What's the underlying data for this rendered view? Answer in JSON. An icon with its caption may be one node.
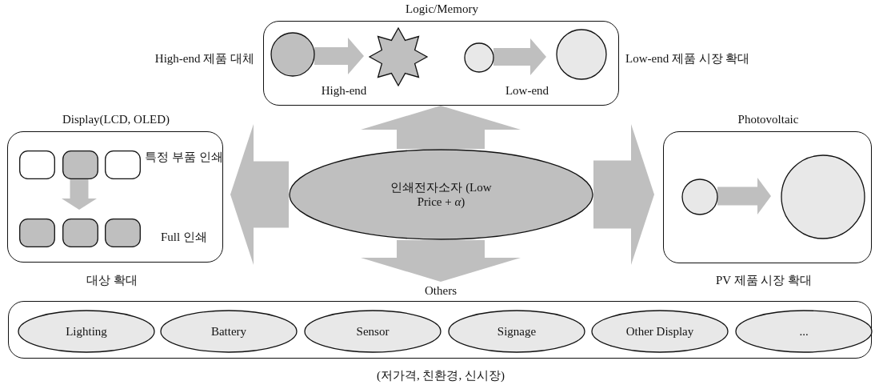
{
  "diagram": {
    "nodes": [
      {
        "text": [
          "Logic/Memory"
        ],
        "beside": [
          "High-end 제품 대체",
          "Low-end 제품 시장 확대"
        ]
      },
      {
        "text": [],
        "shape": "circle",
        "in": 0
      },
      {
        "text": [],
        "shape": "star",
        "in": 0
      },
      {
        "text": [],
        "shape": "circle",
        "in": 0
      },
      {
        "text": [],
        "shape": "circle",
        "in": 0
      },
      {
        "text": [
          "Display(LCD, OLED)",
          "특정 부품 인쇄",
          "Full 인쇄"
        ],
        "beside": [
          "대상 확대"
        ]
      },
      {
        "text": [],
        "shape": "box",
        "in": 5
      },
      {
        "text": [],
        "shape": "box",
        "in": 5
      },
      {
        "text": [],
        "shape": "box",
        "in": 5
      },
      {
        "text": [],
        "shape": "box",
        "in": 5
      },
      {
        "text": [],
        "shape": "box",
        "in": 5
      },
      {
        "text": [],
        "shape": "box",
        "in": 5
      },
      {
        "text": [
          "인쇄전자소자 (Low Price + *α*)"
        ]
      },
      {
        "text": [
          "Photovoltaic"
        ],
        "beside": [
          "PV 제품 시장 확대"
        ]
      },
      {
        "text": [],
        "shape": "circle",
        "in": 13
      },
      {
        "text": [],
        "shape": "circle",
        "in": 13
      },
      {
        "text": [
          "Others"
        ],
        "beside": [
          "(저가격, 친환경, 신시장)"
        ]
      },
      {
        "text": [
          "Lighting"
        ],
        "in": 16
      },
      {
        "text": [
          "Battery"
        ],
        "in": 16
      },
      {
        "text": [
          "Sensor"
        ],
        "in": 16
      },
      {
        "text": [
          "Signage"
        ],
        "in": 16
      },
      {
        "text": [
          "Other Display"
        ],
        "in": 16
      },
      {
        "text": [
          "..."
        ],
        "in": 16
      }
    ],
    "edges": [
      {
        "from": 12,
        "to": 0,
        "arrow": "to",
        "style": "thick"
      },
      {
        "from": 12,
        "to": 5,
        "arrow": "to",
        "style": "thick"
      },
      {
        "from": 12,
        "to": 13,
        "arrow": "to",
        "style": "thick"
      },
      {
        "from": 12,
        "to": 16,
        "arrow": "to",
        "style": "thick"
      },
      {
        "from": 1,
        "to": 2,
        "arrow": "to",
        "label": "High-end"
      },
      {
        "from": 3,
        "to": 4,
        "arrow": "to",
        "label": "Low-end"
      },
      {
        "from": 7,
        "to": 10,
        "arrow": "to"
      },
      {
        "from": 14,
        "to": 15,
        "arrow": "to"
      }
    ]
  }
}
